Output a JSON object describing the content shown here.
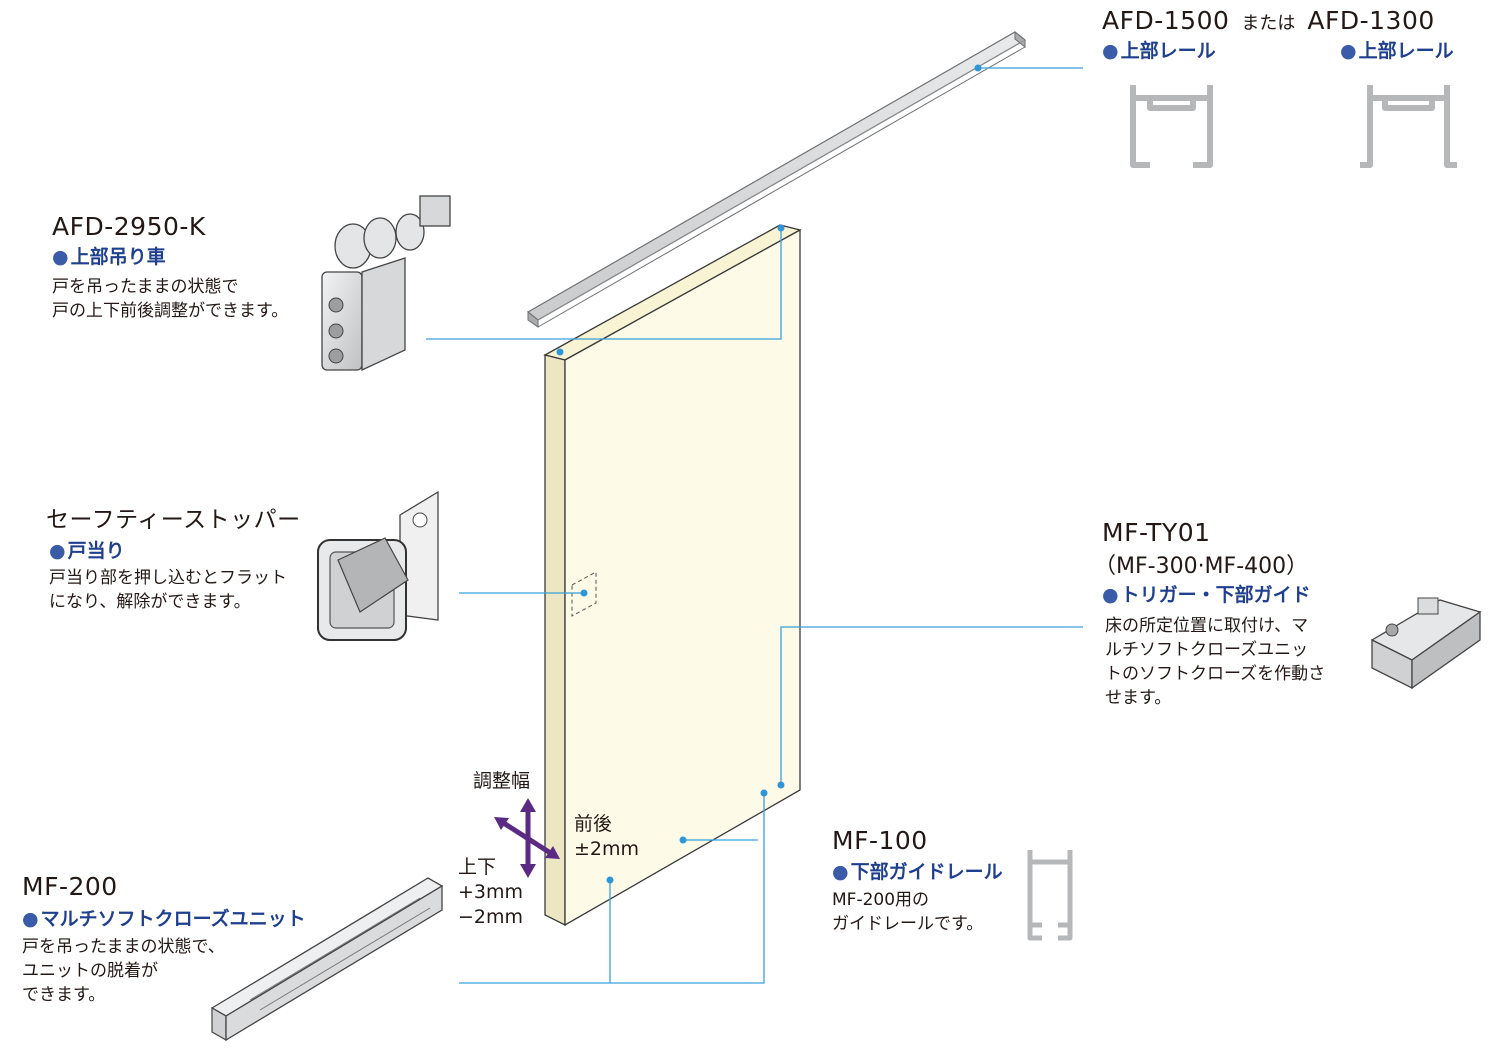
{
  "rails_top": {
    "code_a": "AFD-1500",
    "connector": "または",
    "code_b": "AFD-1300",
    "subtitle_a": "上部レール",
    "subtitle_b": "上部レール"
  },
  "hanger": {
    "code": "AFD-2950-K",
    "subtitle": "上部吊り車",
    "description": "戸を吊ったままの状態で\n戸の上下前後調整ができます。"
  },
  "stopper": {
    "title": "セーフティーストッパー",
    "subtitle": "戸当り",
    "description": "戸当り部を押し込むとフラット\nになり、解除ができます。"
  },
  "trigger": {
    "code": "MF-TY01",
    "variants": "（MF-300·MF-400）",
    "subtitle": "トリガー・下部ガイド",
    "description": "床の所定位置に取付け、マ\nルチソフトクローズユニッ\nトのソフトクローズを作動さ\nせます。"
  },
  "guide_rail": {
    "code": "MF-100",
    "subtitle": "下部ガイドレール",
    "description": "MF-200用の\nガイドレールです。"
  },
  "closer": {
    "code": "MF-200",
    "subtitle": "マルチソフトクローズユニット",
    "description": "戸を吊ったままの状態で、\nユニットの脱着が\nできます。"
  },
  "adjustment": {
    "title": "調整幅",
    "front_back": "前後\n±2mm",
    "up_down": "上下\n+3mm\n−2mm"
  },
  "colors": {
    "door_fill": "#fdfbe8",
    "leader": "#3aa0dc",
    "subtitle": "#1f3f8f",
    "arrow": "#5b2a82",
    "rail_metal": "#b5b7b9"
  }
}
